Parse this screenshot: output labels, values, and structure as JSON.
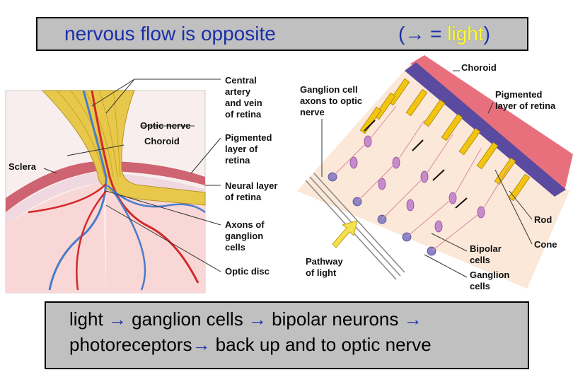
{
  "title": {
    "left": "nervous flow is opposite",
    "right_prefix": "(→ = ",
    "right_light": "light",
    "right_suffix": ")"
  },
  "bottom_text": {
    "line1": [
      {
        "text": "light ",
        "arrow": false
      },
      {
        "text": "→",
        "arrow": true
      },
      {
        "text": " ganglion cells ",
        "arrow": false
      },
      {
        "text": "→",
        "arrow": true
      },
      {
        "text": " bipolar neurons ",
        "arrow": false
      },
      {
        "text": "→",
        "arrow": true
      }
    ],
    "line2": [
      {
        "text": "photoreceptors",
        "arrow": false
      },
      {
        "text": "→",
        "arrow": true
      },
      {
        "text": " back up and to optic nerve",
        "arrow": false
      }
    ]
  },
  "left_diagram": {
    "labels": {
      "central_artery": "Central\nartery\nand vein\nof retina",
      "optic_nerve": "Optic nerve",
      "choroid": "Choroid",
      "sclera": "Sclera",
      "pigmented_layer": "Pigmented\nlayer of\nretina",
      "neural_layer": "Neural layer\nof retina",
      "axons": "Axons of\nganglion\ncells",
      "optic_disc": "Optic disc"
    }
  },
  "right_diagram": {
    "labels": {
      "ganglion_axons": "Ganglion cell\naxons to optic\nnerve",
      "choroid": "Choroid",
      "pigmented_layer": "Pigmented\nlayer of retina",
      "rod": "Rod",
      "cone": "Cone",
      "bipolar": "Bipolar\ncells",
      "ganglion": "Ganglion\ncells",
      "pathway": "Pathway\nof light"
    }
  },
  "colors": {
    "title_text": "#1c2fa8",
    "light_word": "#ffff33",
    "box_fill": "#c0c0c0",
    "nerve_fiber": "#e8c84a",
    "artery": "#d42a2a",
    "vein": "#4a7cc9",
    "choroid": "#5a4aa0",
    "pigment": "#e06070",
    "cone": "#f2c511"
  }
}
